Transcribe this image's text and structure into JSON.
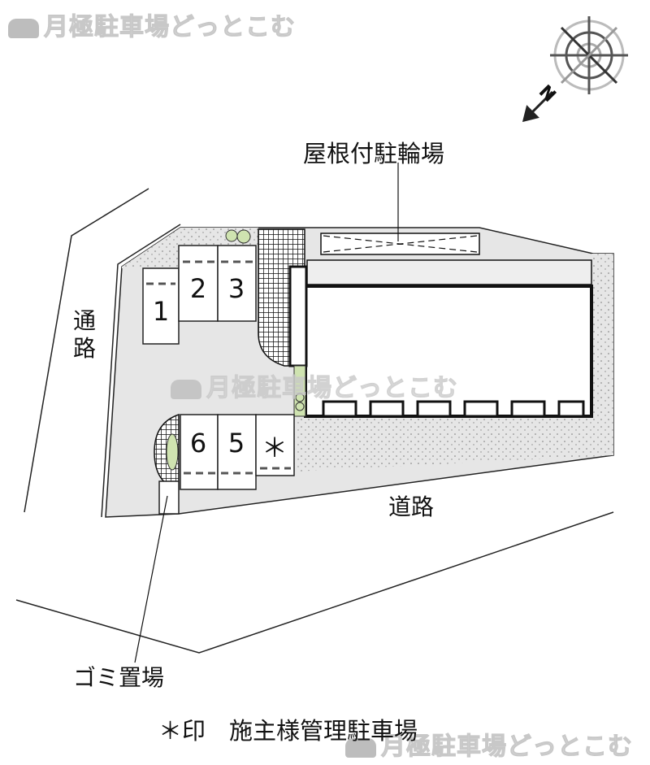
{
  "watermark": {
    "text": "月極駐車場どっとこむ",
    "icon": "car-icon"
  },
  "compass": {
    "label": "N",
    "icon": "compass-icon"
  },
  "labels": {
    "bike_parking": "屋根付駐輪場",
    "side_path": "通路",
    "road": "道路",
    "garbage": "ゴミ置場",
    "footnote": "＊印　施主様管理駐車場"
  },
  "spaces": [
    "1",
    "2",
    "3",
    "6",
    "5",
    "＊"
  ],
  "colors": {
    "lot": "#e6e6e6",
    "line": "#111111",
    "green": "#cfe3b0"
  }
}
